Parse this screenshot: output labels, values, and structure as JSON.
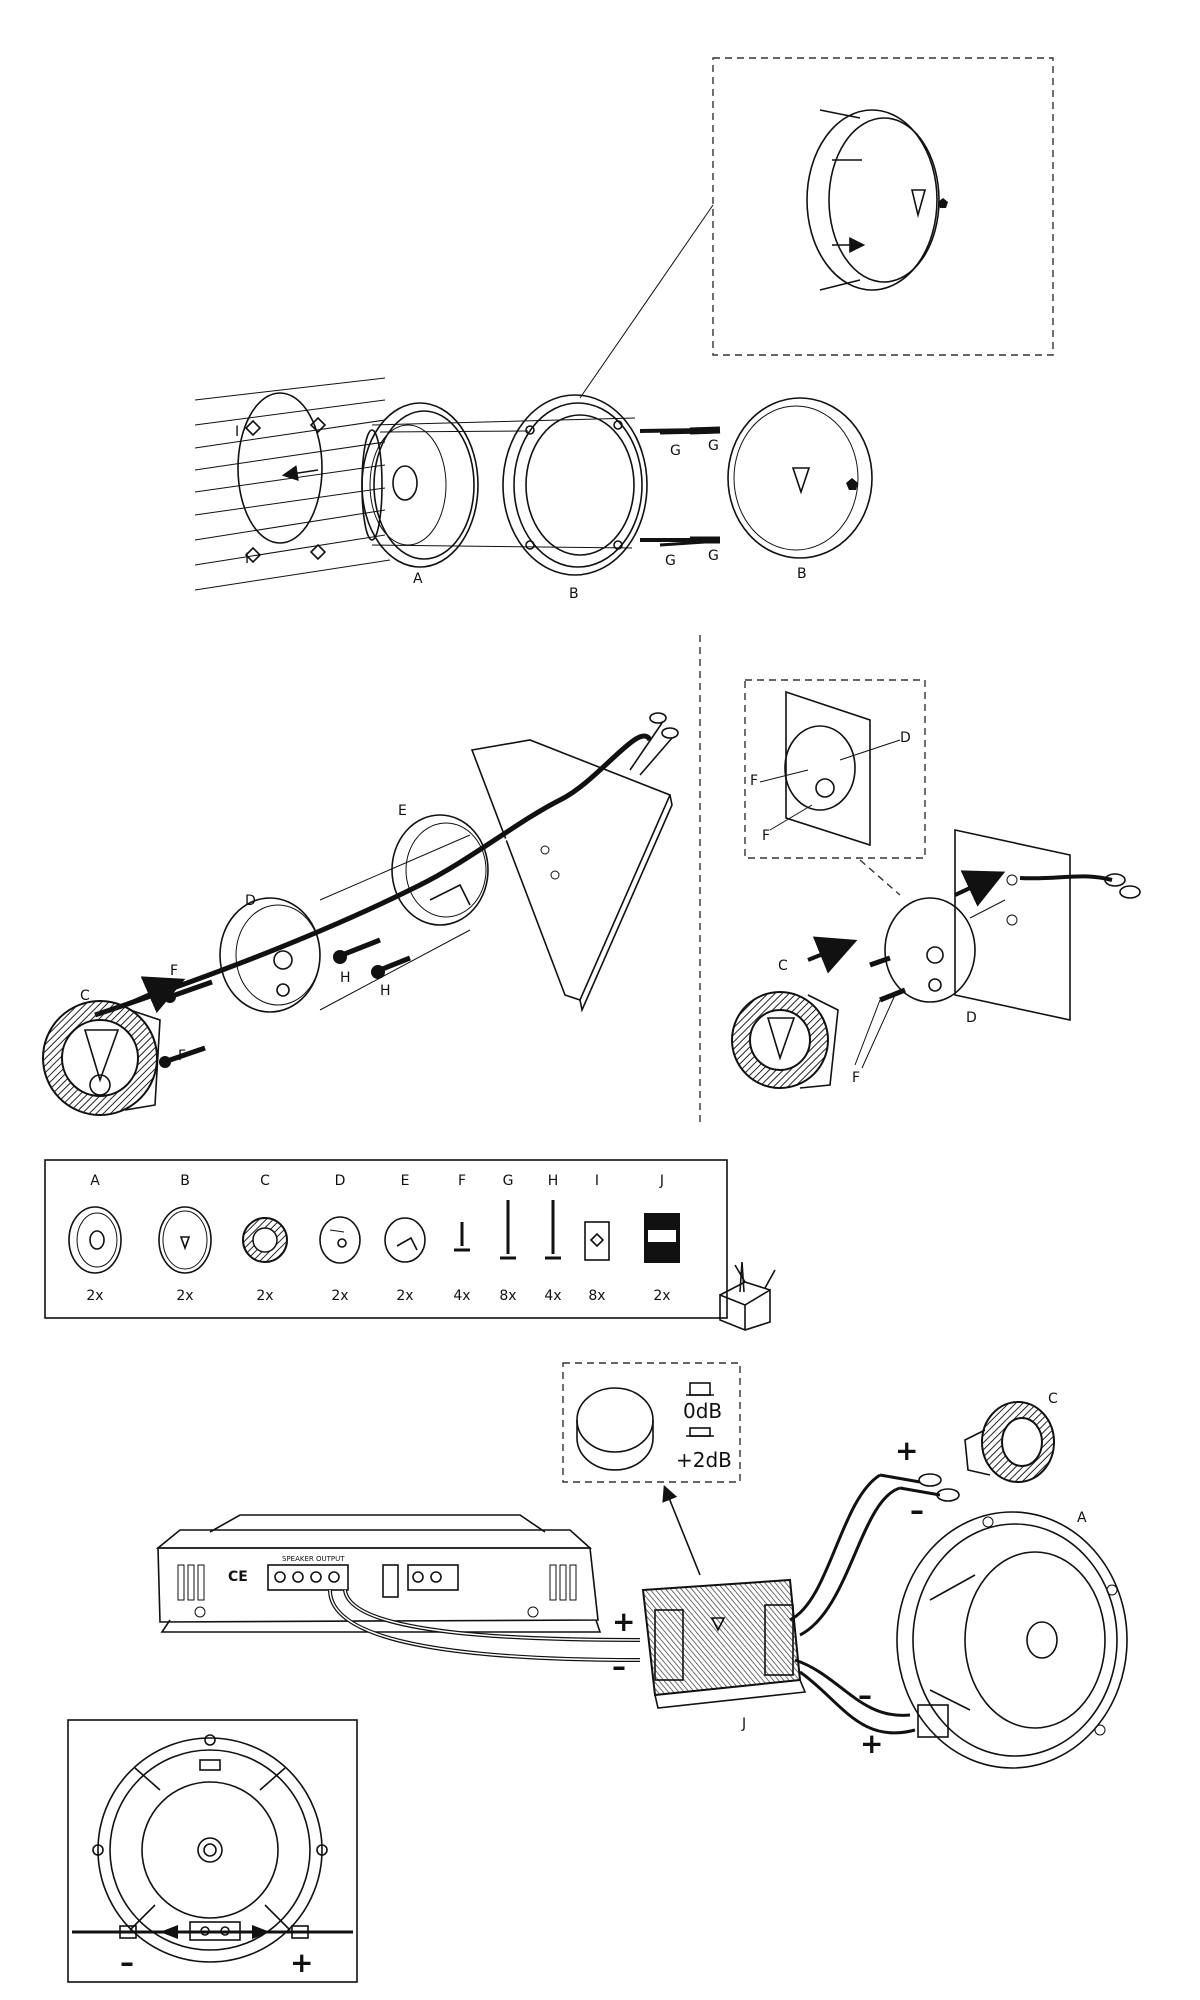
{
  "install_surface": {
    "labels": {
      "woofer": "A",
      "grille": "B",
      "grille_front": "B",
      "screw_g_1": "G",
      "screw_g_2": "G",
      "screw_g_3": "G",
      "screw_g_4": "G",
      "clip_i_1": "I",
      "clip_i_2": "I"
    }
  },
  "tweeter_flush": {
    "labels": {
      "tweeter": "C",
      "cup": "D",
      "flush_ring": "E",
      "screw_f_1": "F",
      "screw_f_2": "F",
      "screw_h_1": "H",
      "screw_h_2": "H"
    }
  },
  "tweeter_surface": {
    "labels": {
      "tweeter": "C",
      "cup": "D",
      "screw_f": "F",
      "inset_cup": "D",
      "inset_f_1": "F",
      "inset_f_2": "F"
    }
  },
  "parts": [
    {
      "letter": "A",
      "qty": "2x",
      "icon": "woofer-icon"
    },
    {
      "letter": "B",
      "qty": "2x",
      "icon": "grille-icon"
    },
    {
      "letter": "C",
      "qty": "2x",
      "icon": "tweeter-icon"
    },
    {
      "letter": "D",
      "qty": "2x",
      "icon": "surface-cup-icon"
    },
    {
      "letter": "E",
      "qty": "2x",
      "icon": "flush-ring-icon"
    },
    {
      "letter": "F",
      "qty": "4x",
      "icon": "short-screw-icon"
    },
    {
      "letter": "G",
      "qty": "8x",
      "icon": "long-screw-icon"
    },
    {
      "letter": "H",
      "qty": "4x",
      "icon": "screw-icon"
    },
    {
      "letter": "I",
      "qty": "8x",
      "icon": "clip-icon"
    },
    {
      "letter": "J",
      "qty": "2x",
      "icon": "crossover-icon"
    }
  ],
  "wiring": {
    "jumper_inset": {
      "setting_1": "0dB",
      "setting_2": "+2dB"
    },
    "tweeter_label": "C",
    "woofer_label": "A",
    "crossover_label": "J",
    "plus": "+",
    "minus": "–"
  },
  "polarity_inset": {
    "minus": "–",
    "plus": "+"
  }
}
